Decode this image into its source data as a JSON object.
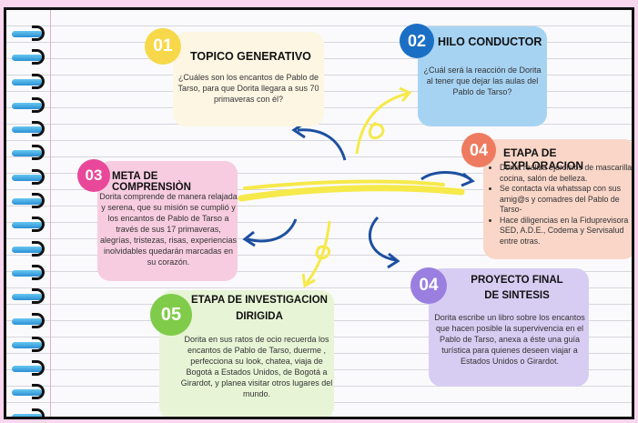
{
  "cards": {
    "c1": {
      "number": "01",
      "title": "TOPICO GENERATIVO",
      "text": "¿Cuáles son los encantos de Pablo de Tarso, para que Dorita llegara a sus 70 primaveras con él?"
    },
    "c2": {
      "number": "02",
      "title": "HILO CONDUCTOR",
      "text": "¿Cuál será la reacción de Dorita al tener que dejar las aulas del Pablo de Tarso?"
    },
    "c3": {
      "number": "03",
      "title": "META DE COMPRENSIÒN",
      "text": "Dorita comprende de manera relajada y serena, que su misión se cumplió y  los encantos de Pablo de Tarso a través de sus 17 primaveras, alegrías, tristezas, risas, experiencias inolvidables quedarán marcadas en su corazón."
    },
    "c4": {
      "number": "04",
      "title": "ETAPA DE EXPLORACION",
      "items": [
        "Dorita realiza ejercicios de mascarillas ,  cocina, salón de belleza.",
        "Se contacta vía whatssap con sus amig@s y comadres del Pablo de Tarso-",
        "Hace diligencias en la  Fiduprevisora SED,  A.D.E.,  Codema y  Servisalud entre otras."
      ]
    },
    "c5": {
      "number": "04",
      "title_line1": "PROYECTO FINAL",
      "title_line2": "DE SINTESIS",
      "text": "Dorita escribe un libro sobre los encantos que hacen posible la  supervivencia en el Pablo de Tarso,  anexa a éste una guía turística para quienes deseen viajar a Estados Unidos o  Girardot."
    },
    "c6": {
      "number": "05",
      "title_line1": "ETAPA DE INVESTIGACION",
      "title_line2": "DIRIGIDA",
      "text": "Dorita  en sus ratos de ocio recuerda los encantos de  Pablo de Tarso, duerme , perfecciona su look, chatea, viaja de Bogotá a Estados Unidos,        de Bogotá a Girardot, y planea visitar  otros lugares del mundo."
    }
  },
  "colors": {
    "c1_card": "#fdf6e3",
    "c1_badge": "#f7d84a",
    "c2_card": "#a7d3f3",
    "c2_badge": "#1a6fc4",
    "c3_card": "#f7cce0",
    "c3_badge": "#e9489a",
    "c4_card": "#f9d6c8",
    "c4_badge": "#ee7b5f",
    "c5_card": "#d7cdf3",
    "c5_badge": "#9a7fe0",
    "c6_card": "#e7f5d6",
    "c6_badge": "#80cc4a"
  }
}
